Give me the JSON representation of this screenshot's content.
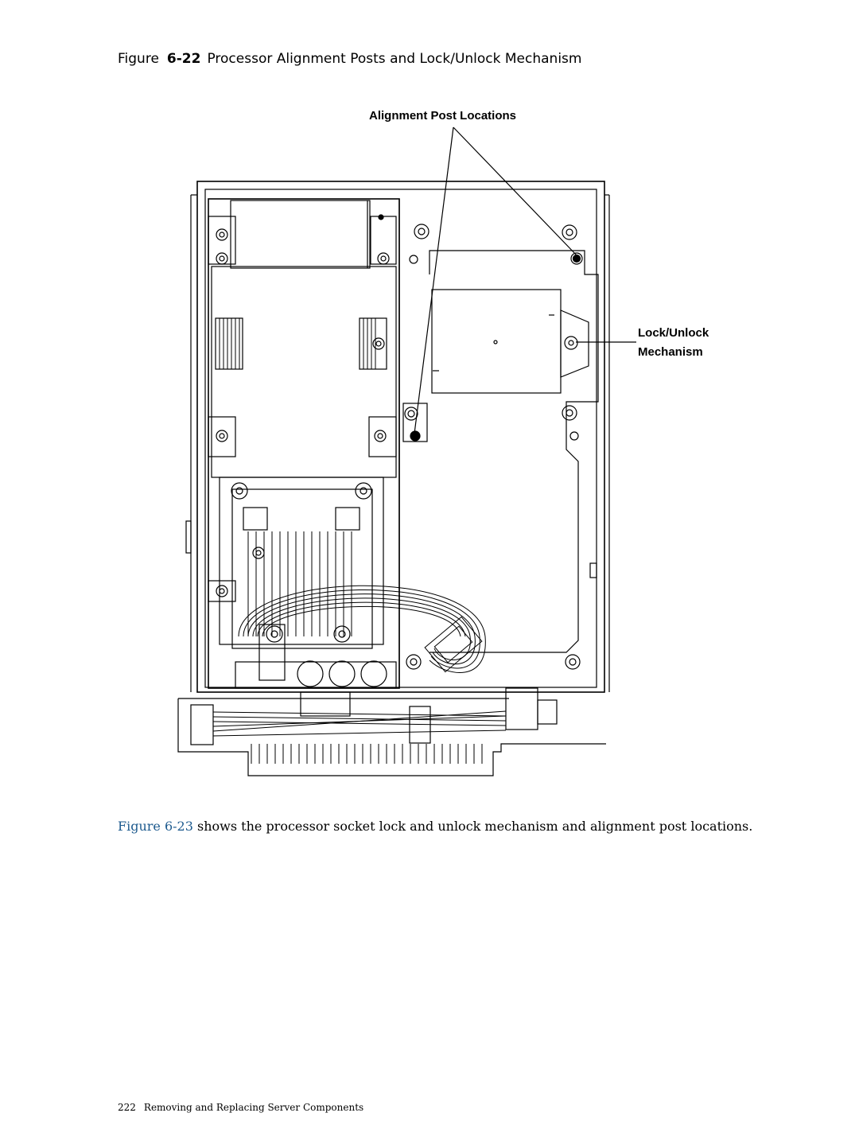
{
  "caption": {
    "label": "Figure",
    "number": "6-22",
    "title": "Processor Alignment Posts and Lock/Unlock Mechanism"
  },
  "diagram": {
    "callouts": {
      "alignment_posts": "Alignment Post Locations",
      "lock_line1": "Lock/Unlock",
      "lock_line2": "Mechanism"
    }
  },
  "body": {
    "xref_label": "Figure 6-23",
    "text": " shows the processor socket lock and unlock mechanism and alignment post locations."
  },
  "footer": {
    "page_number": "222",
    "section": "Removing and Replacing Server Components"
  },
  "colors": {
    "xref": "#1d5a8e",
    "line": "#000000"
  }
}
